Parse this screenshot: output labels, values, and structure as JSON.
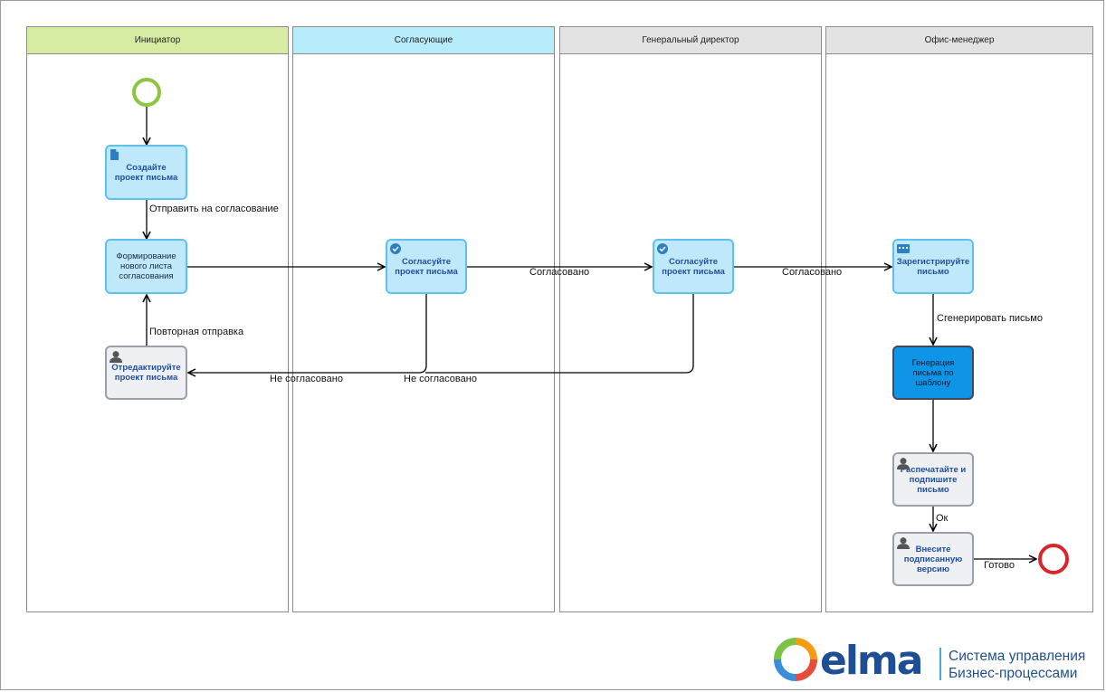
{
  "lanes": [
    {
      "label": "Инициатор",
      "color": "#d7eca3"
    },
    {
      "label": "Согласующие",
      "color": "#b7ecfb"
    },
    {
      "label": "Генеральный директор",
      "color": "#e3e3e3"
    },
    {
      "label": "Офис-менеджер",
      "color": "#e3e3e3"
    }
  ],
  "tasks": {
    "create_draft": "Создайте проект письма",
    "form_sheet": "Формирование нового листа согласования",
    "edit_draft": "Отредактируйте проект письма",
    "approve_1": "Согласуйте проект письма",
    "approve_2": "Согласуйте проект письма",
    "register": "Зарегистрируйте письмо",
    "generate": "Генерация письма по шаблону",
    "print_sign": "Распечатайте и подпишите письмо",
    "upload_signed": "Внесите подписанную версию"
  },
  "flows": {
    "send_for_approval": "Отправить на согласование",
    "resend": "Повторная отправка",
    "approved_1": "Согласовано",
    "approved_2": "Согласовано",
    "rejected_1": "Не согласовано",
    "rejected_2": "Не согласовано",
    "generate_letter": "Сгенерировать письмо",
    "ok": "Ок",
    "done": "Готово"
  },
  "logo": {
    "word": "elma",
    "line1": "Система управления",
    "line2": "Бизнес-процессами"
  },
  "colors": {
    "start_event": "#8cc63f",
    "end_event": "#d9262c",
    "task_blue_fill": "#bfe9fb",
    "task_blue_border": "#5ec3ec",
    "script_fill": "#0f95e8"
  }
}
